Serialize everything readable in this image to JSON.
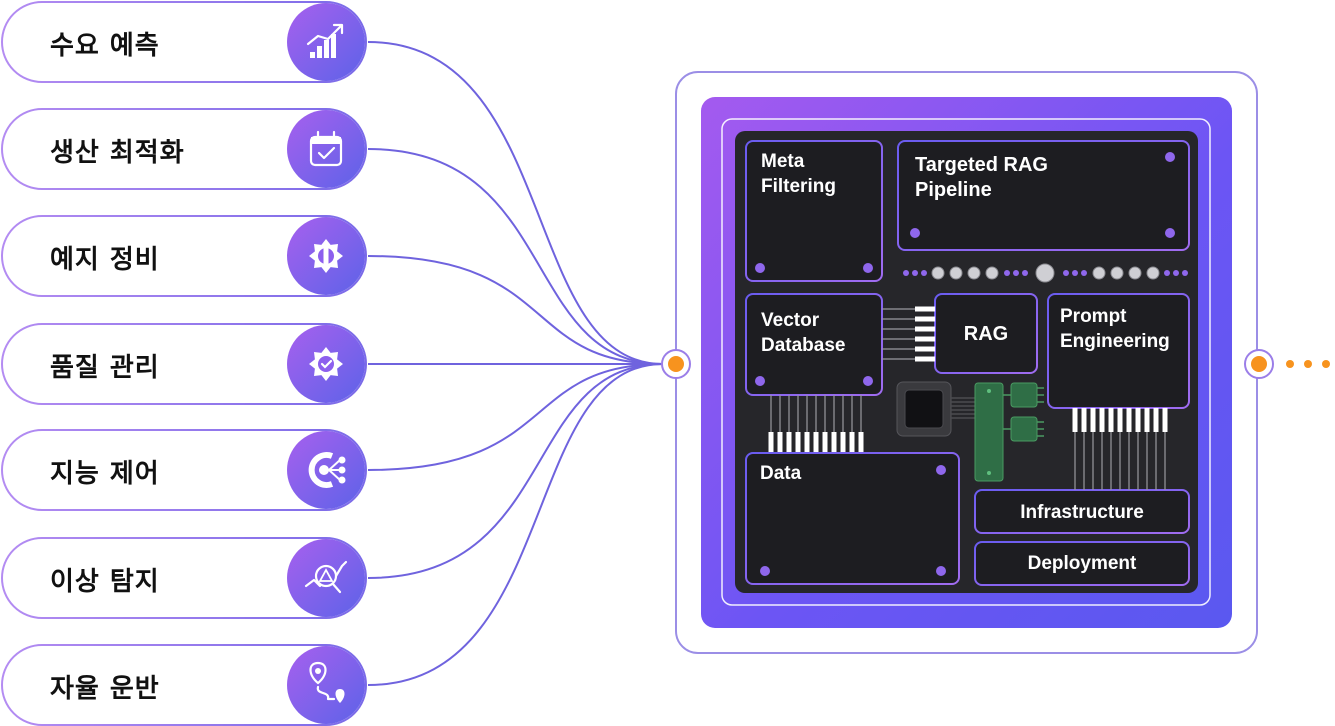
{
  "use_cases": [
    {
      "label": "수요 예측",
      "icon": "chart-growth-icon"
    },
    {
      "label": "생산 최적화",
      "icon": "calendar-check-icon"
    },
    {
      "label": "예지 정비",
      "icon": "wrench-gear-icon"
    },
    {
      "label": "품질 관리",
      "icon": "gear-check-icon"
    },
    {
      "label": "지능 제어",
      "icon": "gear-network-icon"
    },
    {
      "label": "이상 탐지",
      "icon": "alert-magnifier-icon"
    },
    {
      "label": "자율 운반",
      "icon": "route-pin-icon"
    }
  ],
  "chip": {
    "blocks": {
      "meta": [
        "Meta",
        "Filtering"
      ],
      "targeted": [
        "Targeted RAG",
        "Pipeline"
      ],
      "vector": [
        "Vector",
        "Database"
      ],
      "rag": "RAG",
      "prompt": [
        "Prompt",
        "Engineering"
      ],
      "data": "Data",
      "infrastructure": "Infrastructure",
      "deployment": "Deployment"
    }
  },
  "colors": {
    "accent_purple": "#9a5cf0",
    "accent_blue": "#5b5cf0",
    "line": "#6f63de",
    "connector": "#f7931e",
    "chip_bg": "#26262a"
  }
}
